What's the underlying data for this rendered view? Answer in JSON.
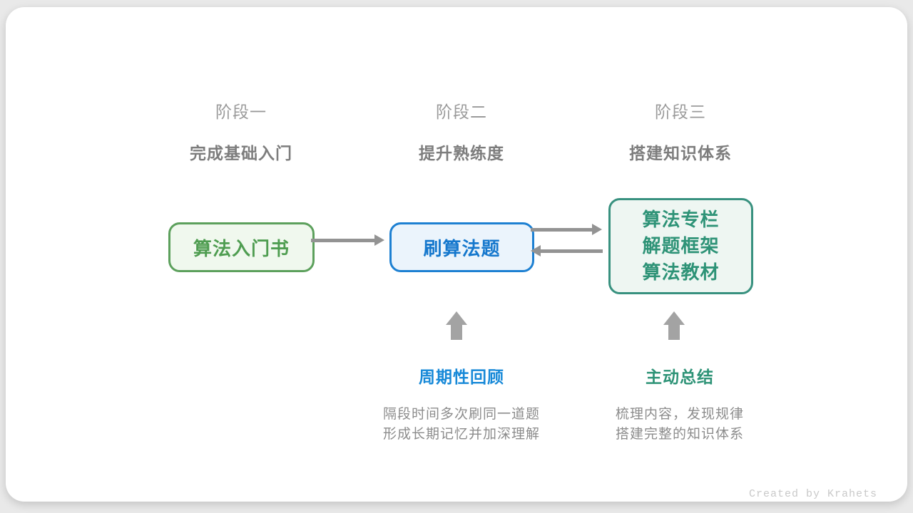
{
  "stages": [
    {
      "label": "阶段一",
      "subtitle": "完成基础入门"
    },
    {
      "label": "阶段二",
      "subtitle": "提升熟练度"
    },
    {
      "label": "阶段三",
      "subtitle": "搭建知识体系"
    }
  ],
  "nodes": {
    "beginner_book": {
      "label": "算法入门书"
    },
    "practice": {
      "label": "刷算法题"
    },
    "resources": {
      "lines": [
        "算法专栏",
        "解题框架",
        "算法教材"
      ]
    }
  },
  "annotations": {
    "review": {
      "title": "周期性回顾",
      "desc_line1": "隔段时间多次刷同一道题",
      "desc_line2": "形成长期记忆并加深理解"
    },
    "summarize": {
      "title": "主动总结",
      "desc_line1": "梳理内容，发现规律",
      "desc_line2": "搭建完整的知识体系"
    }
  },
  "footer": {
    "credit": "Created by Krahets"
  },
  "colors": {
    "green_border": "#5ca05c",
    "green_text": "#4f9d51",
    "blue_border": "#1d80d2",
    "blue_text": "#1678cd",
    "teal_border": "#38917f",
    "teal_text": "#2e9377",
    "arrow_gray": "#939393",
    "up_arrow_gray": "#a3a3a3",
    "stage_label_gray": "#9a9a9a",
    "stage_subtitle_gray": "#7d7d7d",
    "desc_gray": "#8c8c8c",
    "credit_gray": "#c9c9c9",
    "card_bg": "#ffffff",
    "page_bg": "#e9e9e9"
  }
}
